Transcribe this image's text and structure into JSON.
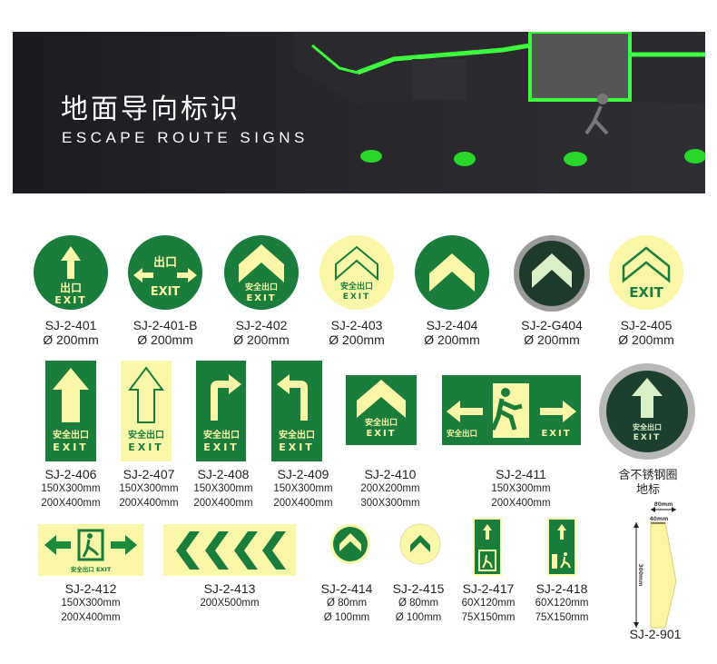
{
  "banner": {
    "title": "地面导向标识",
    "subtitle": "ESCAPE ROUTE SIGNS"
  },
  "sign_text": {
    "exit": "EXIT",
    "chukou": "出口",
    "anquan": "安全出口",
    "anquan_exit": "安全出口 EXIT"
  },
  "colors": {
    "green": "#1a7d3c",
    "glow": "#fbf7a8",
    "banner": "#222226",
    "neon": "#3dff3d"
  },
  "products": {
    "p401": {
      "code": "SJ-2-401",
      "sizes": [
        "Ø 200mm"
      ]
    },
    "p401b": {
      "code": "SJ-2-401-B",
      "sizes": [
        "Ø 200mm"
      ]
    },
    "p402": {
      "code": "SJ-2-402",
      "sizes": [
        "Ø 200mm"
      ]
    },
    "p403": {
      "code": "SJ-2-403",
      "sizes": [
        "Ø 200mm"
      ]
    },
    "p404": {
      "code": "SJ-2-404",
      "sizes": [
        "Ø 200mm"
      ]
    },
    "pg404": {
      "code": "SJ-2-G404",
      "sizes": [
        "Ø 200mm"
      ]
    },
    "p405": {
      "code": "SJ-2-405",
      "sizes": [
        "Ø 200mm"
      ]
    },
    "p406": {
      "code": "SJ-2-406",
      "sizes": [
        "150X300mm",
        "200X400mm"
      ]
    },
    "p407": {
      "code": "SJ-2-407",
      "sizes": [
        "150X300mm",
        "200X400mm"
      ]
    },
    "p408": {
      "code": "SJ-2-408",
      "sizes": [
        "150X300mm",
        "200X400mm"
      ]
    },
    "p409": {
      "code": "SJ-2-409",
      "sizes": [
        "150X300mm",
        "200X400mm"
      ]
    },
    "p410": {
      "code": "SJ-2-410",
      "sizes": [
        "200X200mm",
        "300X300mm"
      ]
    },
    "p411": {
      "code": "SJ-2-411",
      "sizes": [
        "150X300mm",
        "200X400mm"
      ]
    },
    "steel": {
      "caption_line1": "含不锈钢圈",
      "caption_line2": "地标"
    },
    "p412": {
      "code": "SJ-2-412",
      "sizes": [
        "150X300mm",
        "200X400mm"
      ]
    },
    "p413": {
      "code": "SJ-2-413",
      "sizes": [
        "200X500mm"
      ]
    },
    "p414": {
      "code": "SJ-2-414",
      "sizes": [
        "Ø 80mm",
        "Ø 100mm"
      ]
    },
    "p415": {
      "code": "SJ-2-415",
      "sizes": [
        "Ø 80mm",
        "Ø 100mm"
      ]
    },
    "p417": {
      "code": "SJ-2-417",
      "sizes": [
        "60X120mm",
        "75X150mm"
      ]
    },
    "p418": {
      "code": "SJ-2-418",
      "sizes": [
        "60X120mm",
        "75X150mm"
      ]
    },
    "p901": {
      "code": "SJ-2-901",
      "dim_width": "80mm",
      "dim_top": "40mm",
      "dim_height": "300mm"
    }
  }
}
